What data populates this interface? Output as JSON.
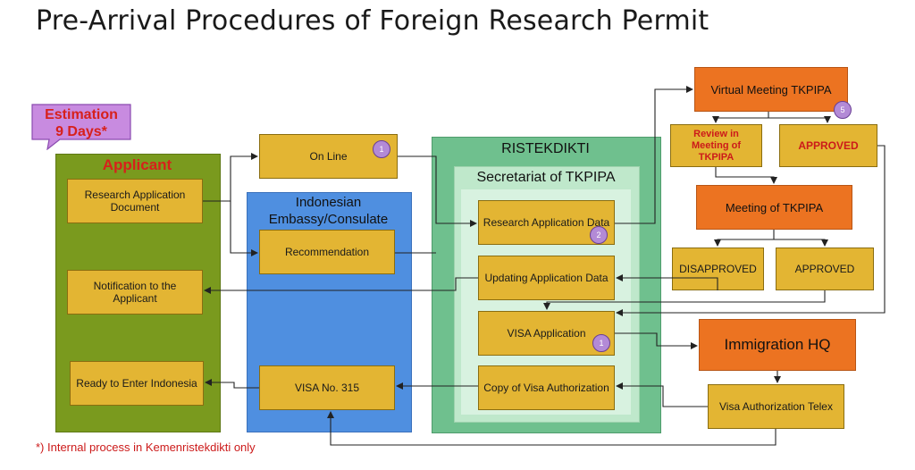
{
  "title": "Pre-Arrival Procedures of Foreign Research Permit",
  "estimation": {
    "line1": "Estimation",
    "line2": "9 Days*"
  },
  "panels": {
    "applicant": "Applicant",
    "embassy": "Indonesian Embassy/Consulate",
    "ristekdikti": "RISTEKDIKTI",
    "secretariat": "Secretariat of TKPIPA"
  },
  "boxes": {
    "research_application_document": "Research Application Document",
    "notification": "Notification to the Applicant",
    "ready_to_enter": "Ready to Enter Indonesia",
    "online": "On Line",
    "recommendation": "Recommendation",
    "visa_no": "VISA No. 315",
    "research_application_data": "Research Application Data",
    "updating_application_data": "Updating Application Data",
    "visa_application": "VISA Application",
    "copy_visa_authorization": "Copy of Visa Authorization",
    "virtual_meeting": "Virtual Meeting TKPIPA",
    "review_meeting": "Review in Meeting of TKPIPA",
    "approved_top": "APPROVED",
    "meeting_tkpipa": "Meeting of TKPIPA",
    "disapproved": "DISAPPROVED",
    "approved_bottom": "APPROVED",
    "immigration_hq": "Immigration HQ",
    "visa_authorization_telex": "Visa Authorization Telex"
  },
  "badges": {
    "online": "1",
    "research_application_data": "2",
    "visa_application": "1",
    "virtual_meeting": "5"
  },
  "footnote": "*) Internal process in Kemenristekdikti only",
  "colors": {
    "applicant_panel": "#7a9a1e",
    "embassy_panel": "#4f8fe0",
    "ristek_panel": "#6fc08e",
    "box_yellow": "#e3b533",
    "box_orange": "#ec7321",
    "badge_purple": "#b38ad6",
    "accent_red": "#d7201b"
  }
}
